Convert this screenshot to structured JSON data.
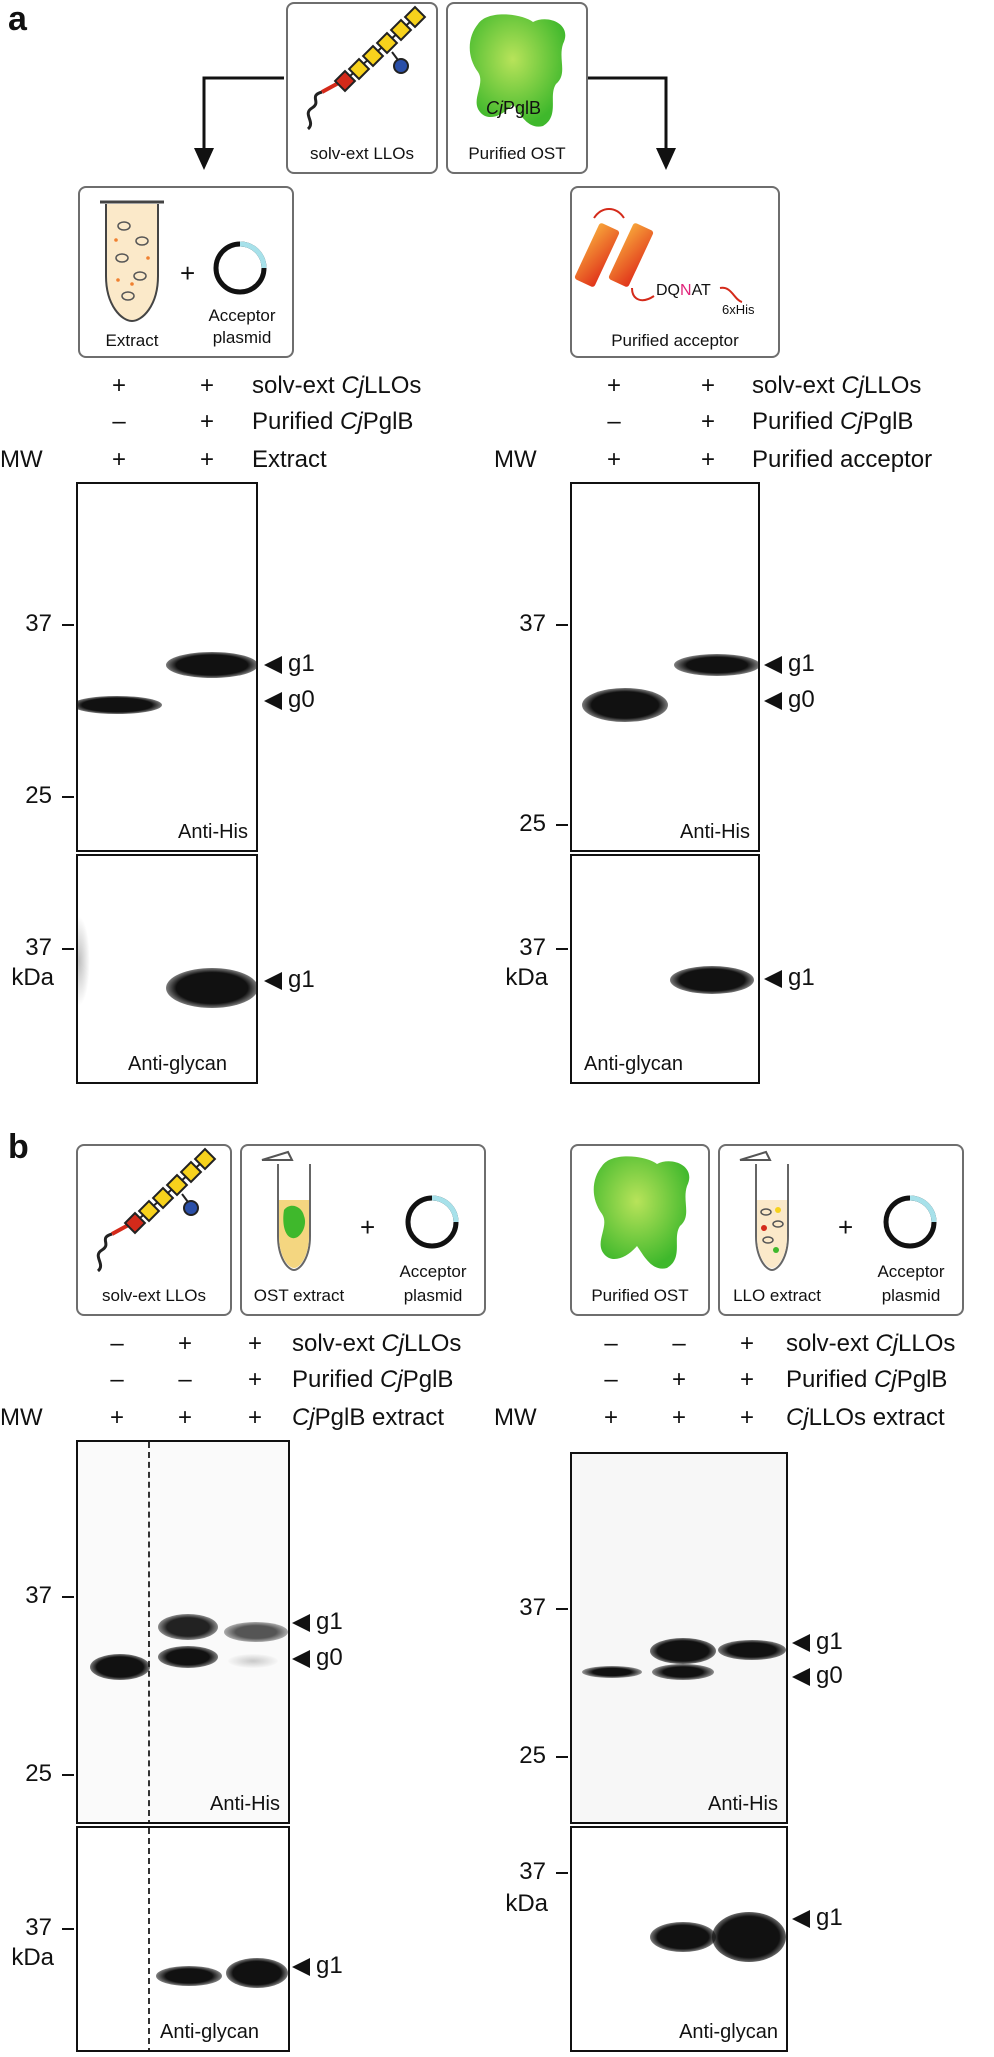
{
  "panel_a": {
    "letter": "a",
    "top_boxes": {
      "llo_label": "solv-ext LLOs",
      "ost_label": "Purified OST",
      "ost_glyph_italic": "Cj",
      "ost_glyph": "PglB"
    },
    "left_box": {
      "extract_label": "Extract",
      "plus": "+",
      "plasmid_line1": "Acceptor",
      "plasmid_line2": "plasmid"
    },
    "right_box": {
      "sequence_pre": "DQ",
      "sequence_n": "N",
      "sequence_post": "AT",
      "tag": "6xHis",
      "label": "Purified acceptor"
    },
    "left_conditions": [
      {
        "signs": [
          "+",
          "+"
        ],
        "label_italic": "",
        "label": "solv-ext ",
        "label_it2": "Cj",
        "label_end": "LLOs"
      },
      {
        "signs": [
          "–",
          "+"
        ],
        "label": "Purified ",
        "label_it2": "Cj",
        "label_end": "PglB"
      },
      {
        "signs": [
          "+",
          "+"
        ],
        "label": "Extract",
        "label_it2": "",
        "label_end": ""
      }
    ],
    "right_conditions": [
      {
        "signs": [
          "+",
          "+"
        ],
        "label": "solv-ext ",
        "label_it2": "Cj",
        "label_end": "LLOs"
      },
      {
        "signs": [
          "–",
          "+"
        ],
        "label": "Purified ",
        "label_it2": "Cj",
        "label_end": "PglB"
      },
      {
        "signs": [
          "+",
          "+"
        ],
        "label": "Purified acceptor",
        "label_it2": "",
        "label_end": ""
      }
    ],
    "mw_header": "MW",
    "left_his": {
      "marker_top": "37",
      "marker_bottom": "25",
      "name": "Anti-His",
      "g1": "g1",
      "g0": "g0"
    },
    "left_glycan": {
      "marker": "37",
      "unit": "kDa",
      "name": "Anti-glycan",
      "g1": "g1"
    },
    "right_his": {
      "marker_top": "37",
      "marker_bottom": "25",
      "name": "Anti-His",
      "g1": "g1",
      "g0": "g0"
    },
    "right_glycan": {
      "marker": "37",
      "unit": "kDa",
      "name": "Anti-glycan",
      "g1": "g1"
    }
  },
  "panel_b": {
    "letter": "b",
    "boxes": {
      "llo_label": "solv-ext LLOs",
      "ost_extract_label": "OST extract",
      "plus": "+",
      "plasmid_line1": "Acceptor",
      "plasmid_line2": "plasmid",
      "ost_label": "Purified OST",
      "llo_extract_label": "LLO extract"
    },
    "left_conditions": [
      {
        "signs": [
          "–",
          "+",
          "+"
        ],
        "label": "solv-ext ",
        "label_it2": "Cj",
        "label_end": "LLOs"
      },
      {
        "signs": [
          "–",
          "–",
          "+"
        ],
        "label": "Purified ",
        "label_it2": "Cj",
        "label_end": "PglB"
      },
      {
        "signs": [
          "+",
          "+",
          "+"
        ],
        "label": "",
        "label_it2": "Cj",
        "label_end": "PglB extract"
      }
    ],
    "right_conditions": [
      {
        "signs": [
          "–",
          "–",
          "+"
        ],
        "label": "solv-ext ",
        "label_it2": "Cj",
        "label_end": "LLOs"
      },
      {
        "signs": [
          "–",
          "+",
          "+"
        ],
        "label": "Purified ",
        "label_it2": "Cj",
        "label_end": "PglB"
      },
      {
        "signs": [
          "+",
          "+",
          "+"
        ],
        "label": "",
        "label_it2": "Cj",
        "label_end": "LLOs extract"
      }
    ],
    "mw_header": "MW",
    "left_his": {
      "marker_top": "37",
      "marker_bottom": "25",
      "name": "Anti-His",
      "g1": "g1",
      "g0": "g0"
    },
    "left_glycan": {
      "marker": "37",
      "unit": "kDa",
      "name": "Anti-glycan",
      "g1": "g1"
    },
    "right_his": {
      "marker_top": "37",
      "marker_bottom": "25",
      "name": "Anti-His",
      "g1": "g1",
      "g0": "g0"
    },
    "right_glycan": {
      "marker": "37",
      "unit": "kDa",
      "name": "Anti-glycan",
      "g1": "g1"
    }
  },
  "colors": {
    "box_border": "#6e6e6e",
    "ost_green": "#3fb82c",
    "helix_orange": "#f07a1c",
    "glycan_yellow": "#f7d21c",
    "sugar_red": "#d42a1a",
    "sugar_blue": "#2a4fa8",
    "plasmid_cyan": "#a7e1ea",
    "asn_magenta": "#e0247a"
  }
}
